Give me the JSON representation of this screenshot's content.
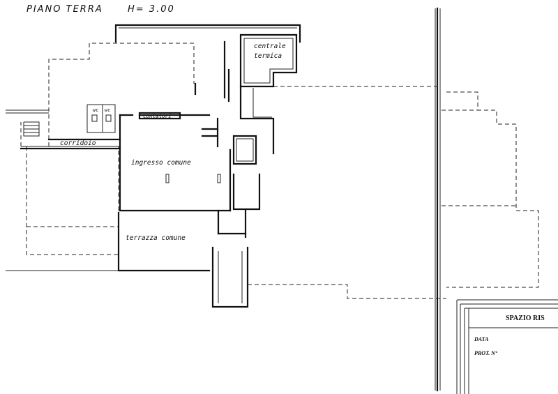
{
  "drawing": {
    "title": "PIANO TERRA",
    "height_label": "H= 3.00"
  },
  "rooms": {
    "centrale_termica_line1": "centrale",
    "centrale_termica_line2": "termica",
    "wc_1": "wc",
    "wc_2": "wc",
    "contatori": "contatori",
    "corridoio": "corridoio",
    "ingresso_comune": "ingresso comune",
    "terrazza_comune": "terrazza comune"
  },
  "title_block": {
    "header": "SPAZIO RIS",
    "data_label": "DATA",
    "prot_label": "PROT. N°"
  }
}
